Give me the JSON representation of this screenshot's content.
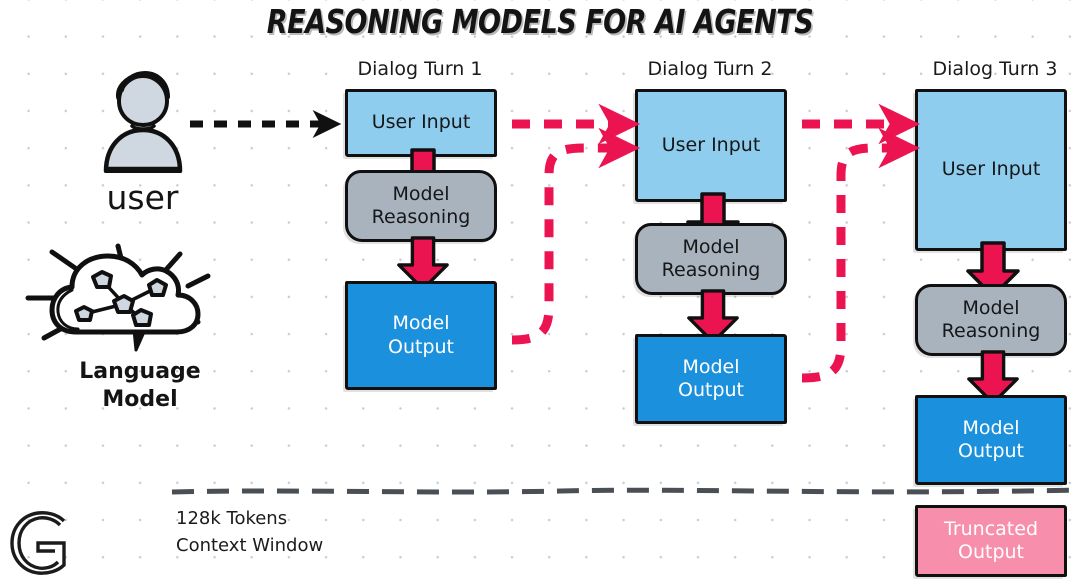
{
  "title": "REASONING MODELS FOR AI AGENTS",
  "actors": {
    "user": {
      "label": "user",
      "icon": "user-avatar-icon"
    },
    "language_model": {
      "line1": "Language",
      "line2": "Model",
      "icon": "cloud-neural-network-icon"
    }
  },
  "turns": [
    {
      "heading": "Dialog Turn 1",
      "user_input": "User Input",
      "reasoning_line1": "Model",
      "reasoning_line2": "Reasoning",
      "output_line1": "Model",
      "output_line2": "Output"
    },
    {
      "heading": "Dialog Turn 2",
      "user_input": "User Input",
      "reasoning_line1": "Model",
      "reasoning_line2": "Reasoning",
      "output_line1": "Model",
      "output_line2": "Output"
    },
    {
      "heading": "Dialog Turn 3",
      "user_input": "User Input",
      "reasoning_line1": "Model",
      "reasoning_line2": "Reasoning",
      "output_line1": "Model",
      "output_line2": "Output",
      "truncated_line1": "Truncated",
      "truncated_line2": "Output"
    }
  ],
  "context_window": {
    "line1": "128k Tokens",
    "line2": "Context Window"
  },
  "logo": "g-monogram-logo",
  "colors": {
    "accent_pink": "#ec1450",
    "user_input_blue": "#8ecdee",
    "model_output_blue": "#1b90dc",
    "reasoning_gray": "#a9b3bd",
    "truncated_pink": "#f78eac",
    "ink": "#101010",
    "grid_dot": "#c9cdd2"
  }
}
